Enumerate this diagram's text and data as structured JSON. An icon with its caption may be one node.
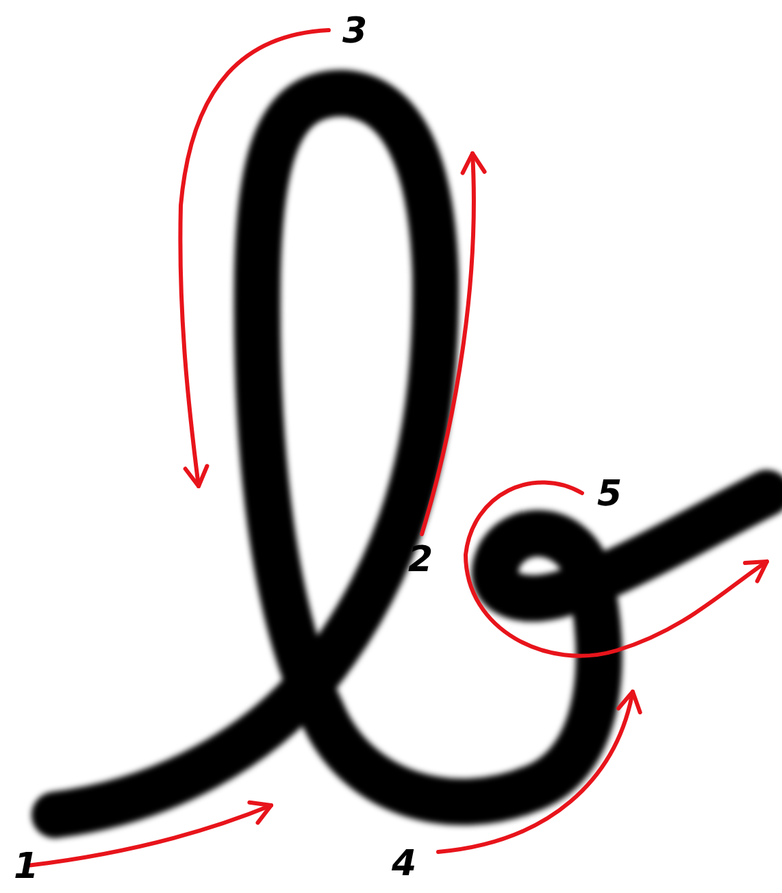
{
  "diagram": {
    "labels": [
      "3",
      "5",
      "2",
      "1",
      "4"
    ]
  }
}
